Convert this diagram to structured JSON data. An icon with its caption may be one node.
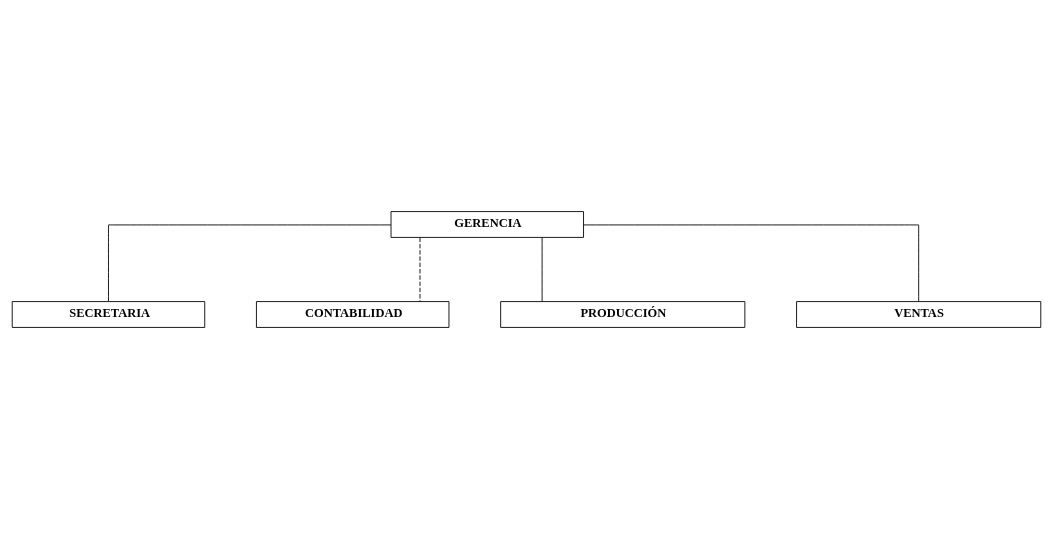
{
  "diagram": {
    "nodes": [
      {
        "text": [
          "GERENCIA"
        ]
      },
      {
        "text": [
          "SECRETARIA"
        ]
      },
      {
        "text": [
          "CONTABILIDAD"
        ]
      },
      {
        "text": [
          "PRODUCCIÓN"
        ]
      },
      {
        "text": [
          "VENTAS"
        ]
      }
    ],
    "edges": [
      {
        "from": 0,
        "to": 1,
        "arrow": "none"
      },
      {
        "from": 0,
        "to": 2,
        "arrow": "none",
        "style": "dashed"
      },
      {
        "from": 0,
        "to": 3,
        "arrow": "none"
      },
      {
        "from": 0,
        "to": 4,
        "arrow": "none"
      }
    ]
  }
}
